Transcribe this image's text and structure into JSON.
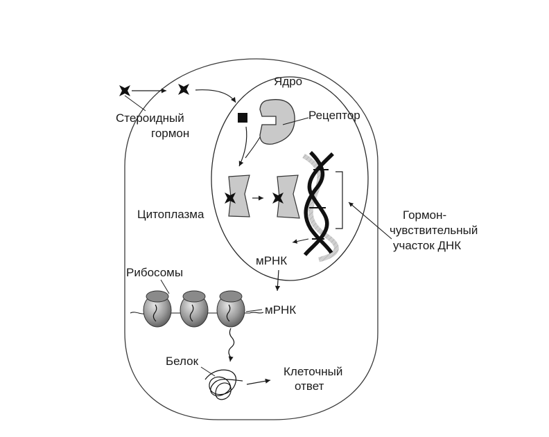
{
  "labels": {
    "nucleus": "Ядро",
    "steroid_hormone": [
      "Стероидный",
      "гормон"
    ],
    "receptor": "Рецептор",
    "cytoplasm": "Цитоплазма",
    "hormone_sensitive_dna": [
      "Гормон-",
      "чувствительный",
      "участок ДНК"
    ],
    "mrna_nucleus": "мРНК",
    "ribosomes": "Рибосомы",
    "mrna_cytoplasm": "мРНК",
    "protein": "Белок",
    "cell_response": [
      "Клеточный",
      "ответ"
    ]
  },
  "colors": {
    "ink": "#1a1a1a",
    "receptor_fill": "#c9c9c9",
    "ribosome_fill": "#9a9a9a"
  }
}
